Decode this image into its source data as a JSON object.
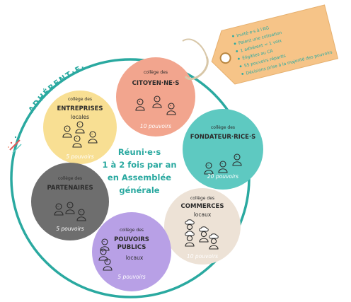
{
  "title": "ADHÉRENT·E·S",
  "center_lines": [
    "Réuni·e·s",
    "1 à 2 fois par an",
    "en Assemblée",
    "générale"
  ],
  "colleges": [
    {
      "key": "citoyens",
      "small": "collège des",
      "name_lines": [
        "CITOYEN·NE·S"
      ],
      "sub": "",
      "power": "10 pouvoirs",
      "color": "#f2a58e",
      "icon": "person-icon"
    },
    {
      "key": "entreprises",
      "small": "collège des",
      "name_lines": [
        "ENTREPRISES"
      ],
      "sub": "locales",
      "power": "5 pouvoirs",
      "color": "#f8df93",
      "icon": "person-icon"
    },
    {
      "key": "fondateurs",
      "small": "collège des",
      "name_lines": [
        "FONDATEUR·RICE·S"
      ],
      "sub": "",
      "power": "20 pouvoirs",
      "color": "#5ec9c1",
      "icon": "person-icon"
    },
    {
      "key": "partenaires",
      "small": "collège des",
      "name_lines": [
        "PARTENAIRES"
      ],
      "sub": "",
      "power": "5 pouvoirs",
      "color": "#6e6e6e",
      "icon": "person-icon"
    },
    {
      "key": "commerces",
      "small": "collège des",
      "name_lines": [
        "COMMERCES"
      ],
      "sub": "locaux",
      "power": "10 pouvoirs",
      "color": "#ede2d6",
      "icon": "chef-icon"
    },
    {
      "key": "pouvoirs_publics",
      "small": "collège des",
      "name_lines": [
        "POUVOIRS",
        "PUBLICS"
      ],
      "sub": "locaux",
      "power": "5 pouvoirs",
      "color": "#b8a0e6",
      "icon": "person-icon"
    }
  ],
  "tag": {
    "items": [
      "Invité·e·s à l'AG",
      "Paient une cotisation",
      "1 adhérent = 1 voix",
      "Éligibles au CA",
      "55 pouvoirs répartis",
      "Décisions prise à la majorité des pouvoirs"
    ]
  },
  "colors": {
    "teal": "#2aa9a0",
    "tag": "#f6c488",
    "ink": "#2b2b2b"
  }
}
